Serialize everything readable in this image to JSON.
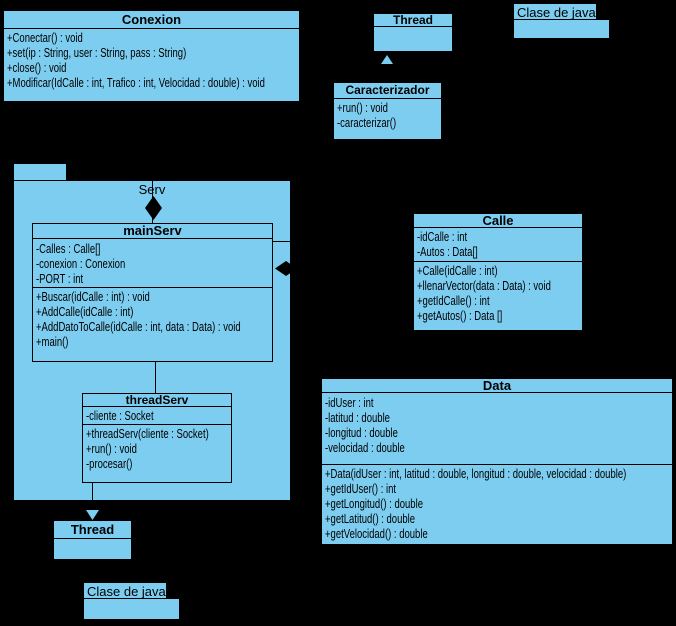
{
  "colors": {
    "background": "#000000",
    "shape_fill": "#7DCDF0",
    "line": "#000000",
    "text": "#000000"
  },
  "packages": {
    "serv": {
      "label": "Serv"
    },
    "java_top": {
      "label": "Clase de java"
    },
    "java_bottom": {
      "label": "Clase de java"
    }
  },
  "classes": {
    "conexion": {
      "title": "Conexion",
      "attributes": [],
      "methods": [
        "+Conectar() : void",
        "+set(ip : String, user : String, pass : String)",
        "+close() : void",
        "+Modificar(IdCalle : int, Trafico : int, Velocidad : double) : void"
      ]
    },
    "thread_top": {
      "title": "Thread",
      "attributes": [],
      "methods": []
    },
    "caracterizador": {
      "title": "Caracterizador",
      "attributes": [],
      "methods": [
        "+run() : void",
        "-caracterizar()"
      ]
    },
    "main_serv": {
      "title": "mainServ",
      "attributes": [
        "-Calles : Calle[]",
        "-conexion : Conexion",
        "-PORT : int"
      ],
      "methods": [
        "+Buscar(idCalle : int) : void",
        "+AddCalle(idCalle : int)",
        "+AddDatoToCalle(idCalle : int, data : Data) : void",
        "+main()"
      ]
    },
    "thread_serv": {
      "title": "threadServ",
      "attributes": [
        "-cliente : Socket"
      ],
      "methods": [
        "+threadServ(cliente : Socket)",
        "+run() : void",
        "-procesar()"
      ]
    },
    "calle": {
      "title": "Calle",
      "attributes": [
        "-idCalle : int",
        "-Autos : Data[]"
      ],
      "methods": [
        "+Calle(idCalle : int)",
        "+llenarVector(data : Data) : void",
        "+getIdCalle() : int",
        "+getAutos() : Data []"
      ]
    },
    "data": {
      "title": "Data",
      "attributes": [
        "-idUser : int",
        "-latitud : double",
        "-longitud : double",
        "-velocidad : double"
      ],
      "methods": [
        "+Data(idUser : int, latitud : double, longitud : double, velocidad : double)",
        "+getIdUser() : int",
        "+getLongitud() : double",
        "+getLatitud() : double",
        "+getVelocidad() : double"
      ]
    },
    "thread_bottom": {
      "title": "Thread",
      "attributes": [],
      "methods": []
    }
  },
  "relationships": [
    {
      "type": "composition",
      "from": "Serv",
      "to": "mainServ"
    },
    {
      "type": "composition",
      "from": "mainServ",
      "to": "Calle"
    },
    {
      "type": "association",
      "from": "mainServ",
      "to": "threadServ"
    },
    {
      "type": "generalization",
      "from": "threadServ",
      "to": "Thread"
    },
    {
      "type": "generalization",
      "from": "Caracterizador",
      "to": "Thread"
    }
  ]
}
